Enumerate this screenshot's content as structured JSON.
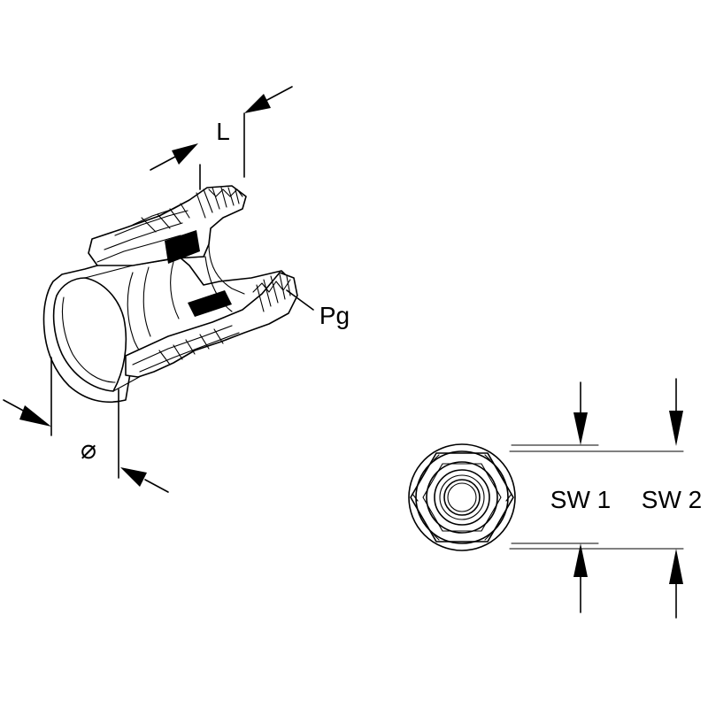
{
  "labels": {
    "length": "L",
    "thread": "Pg",
    "diameter": "⌀",
    "wrench_size_1": "SW 1",
    "wrench_size_2": "SW 2"
  },
  "colors": {
    "line": "#000000",
    "background": "#ffffff"
  }
}
